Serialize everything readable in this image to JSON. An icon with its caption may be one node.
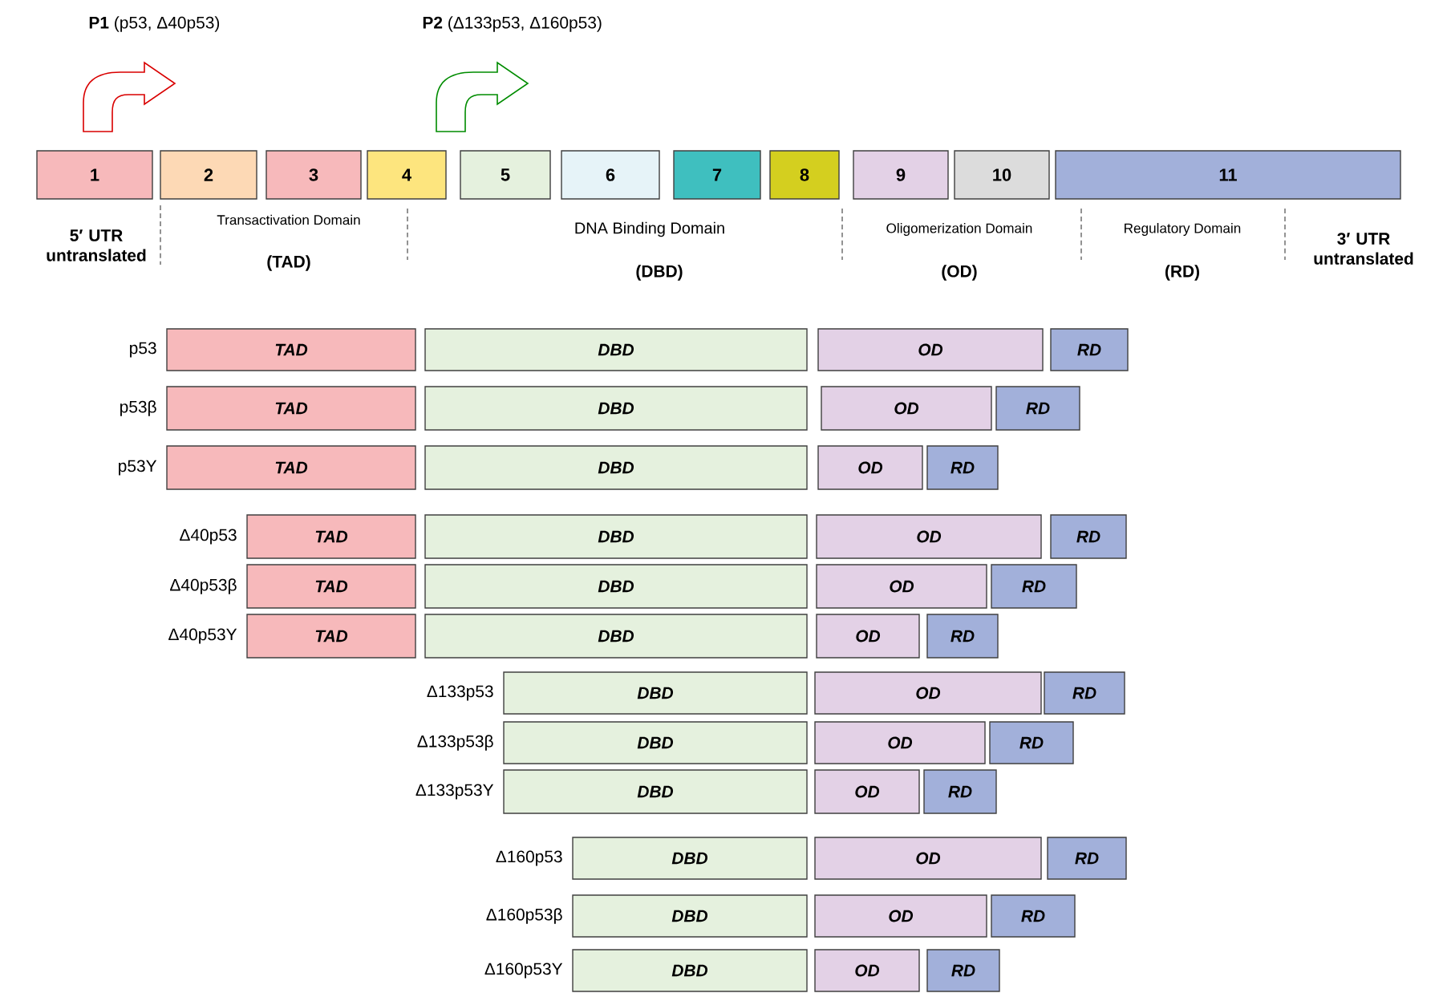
{
  "diagram": {
    "nodes": [
      {
        "text": [
          "1"
        ]
      },
      {
        "text": [
          "2"
        ]
      },
      {
        "text": [
          "3"
        ]
      },
      {
        "text": [
          "4"
        ]
      },
      {
        "text": [
          "5"
        ]
      },
      {
        "text": [
          "6"
        ]
      },
      {
        "text": [
          "7"
        ]
      },
      {
        "text": [
          "8"
        ]
      },
      {
        "text": [
          "9"
        ]
      },
      {
        "text": [
          "10"
        ]
      },
      {
        "text": [
          "11"
        ]
      },
      {
        "text": [
          "TAD"
        ],
        "beside": [
          "p53"
        ]
      },
      {
        "text": [
          "DBD"
        ]
      },
      {
        "text": [
          "OD"
        ]
      },
      {
        "text": [
          "RD"
        ]
      },
      {
        "text": [
          "TAD"
        ],
        "beside": [
          "p53β"
        ]
      },
      {
        "text": [
          "DBD"
        ]
      },
      {
        "text": [
          "OD"
        ]
      },
      {
        "text": [
          "RD"
        ]
      },
      {
        "text": [
          "TAD"
        ],
        "beside": [
          "p53Y"
        ]
      },
      {
        "text": [
          "DBD"
        ]
      },
      {
        "text": [
          "OD"
        ]
      },
      {
        "text": [
          "RD"
        ]
      },
      {
        "text": [
          "TAD"
        ],
        "beside": [
          "Δ40p53"
        ]
      },
      {
        "text": [
          "DBD"
        ]
      },
      {
        "text": [
          "OD"
        ]
      },
      {
        "text": [
          "RD"
        ]
      },
      {
        "text": [
          "TAD"
        ],
        "beside": [
          "Δ40p53β"
        ]
      },
      {
        "text": [
          "DBD"
        ]
      },
      {
        "text": [
          "OD"
        ]
      },
      {
        "text": [
          "RD"
        ]
      },
      {
        "text": [
          "TAD"
        ],
        "beside": [
          "Δ40p53Y"
        ]
      },
      {
        "text": [
          "DBD"
        ]
      },
      {
        "text": [
          "OD"
        ]
      },
      {
        "text": [
          "RD"
        ]
      },
      {
        "text": [
          "DBD"
        ],
        "beside": [
          "Δ133p53"
        ]
      },
      {
        "text": [
          "OD"
        ]
      },
      {
        "text": [
          "RD"
        ]
      },
      {
        "text": [
          "DBD"
        ],
        "beside": [
          "Δ133p53β"
        ]
      },
      {
        "text": [
          "OD"
        ]
      },
      {
        "text": [
          "RD"
        ]
      },
      {
        "text": [
          "DBD"
        ],
        "beside": [
          "Δ133p53Y"
        ]
      },
      {
        "text": [
          "OD"
        ]
      },
      {
        "text": [
          "RD"
        ]
      },
      {
        "text": [
          "DBD"
        ],
        "beside": [
          "Δ160p53"
        ]
      },
      {
        "text": [
          "OD"
        ]
      },
      {
        "text": [
          "RD"
        ]
      },
      {
        "text": [
          "DBD"
        ],
        "beside": [
          "Δ160p53β"
        ]
      },
      {
        "text": [
          "OD"
        ]
      },
      {
        "text": [
          "RD"
        ]
      },
      {
        "text": [
          "DBD"
        ],
        "beside": [
          "Δ160p53Y"
        ]
      },
      {
        "text": [
          "OD"
        ]
      },
      {
        "text": [
          "RD"
        ]
      }
    ],
    "labels": [
      "**P1** (p53, Δ40p53)",
      "**P2** (Δ133p53, Δ160p53)",
      "5′ UTR untranslated",
      "Transactivation Domain",
      "(TAD)",
      "DNA Binding Domain",
      "(DBD)",
      "Oligomerization Domain",
      "(OD)",
      "Regulatory Domain",
      "(RD)",
      "3′ UTR untranslated"
    ]
  }
}
